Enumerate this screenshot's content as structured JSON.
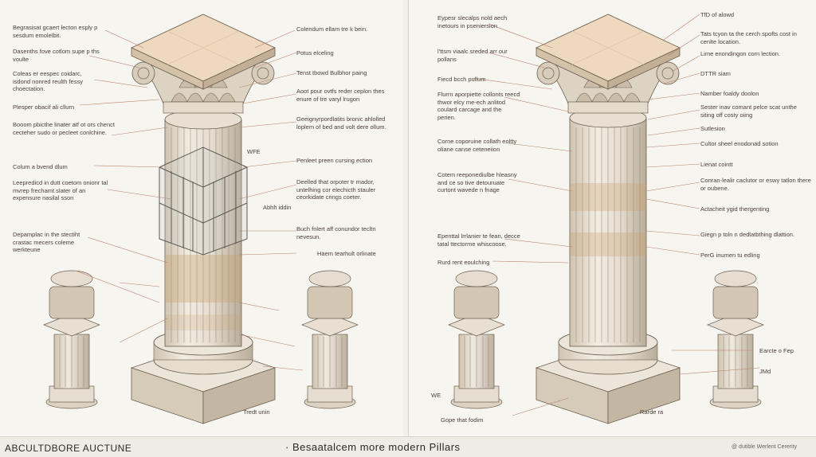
{
  "left_panel": {
    "labels": [
      "Begrasisat gcaert lecton esply p sesdum emolelbit.",
      "Dasenths fove cotlom supe p ths voulte",
      "Coleas er eespec coidarc, isdond nonred reulth fessy choectation.",
      "Plesper obacif ali cllurn",
      "Booom pbicthe linater atf ot ors chenct cecteher sudo or pecleet conlchine.",
      "Colum a bvend dlum",
      "Leepredicd in dutt coetom onionr tal mvrep frechamt slater of an expensure nasilal sson",
      "Depamplac in the stectiht crastac mecers coleme werkteune",
      "Colendum ellam tre k bein.",
      "Potus elceling",
      "Tenst tbowd Bulbhor paing",
      "Aoot pour ovtfs reder ceplon thes enure of tre varyl lrugon",
      "Geeignyrpordlatits bronic ahlolled loplem of bed and volt dere ollum.",
      "WFE",
      "Penleet preen cursing ection",
      "Deelled that orpoter tr mador, untelhing cor elechicth stauler ceorkidate crings coeter.",
      "Abhh iddin",
      "Buch fnlert aff conundor tecltn nevesun.",
      "Haem tearhult orlinate",
      "Tredt unin"
    ]
  },
  "right_panel": {
    "labels": [
      "Eypesr slecalps nold aech inetours in pseniersion",
      "l'ttsm viaalc sreded arr our pollans",
      "Fiecd bcch pullum",
      "Flurrn aporpiette collonts reecd thwor elcy me-ech anlitod coulard carcage and the perien.",
      "Corne coporuine collath eoltty oliane canse ceteneiion",
      "Cotem reeponediulbe hleasny and ce so tive detouruate curtont wavede n fnage",
      "Epenttal lrrlanier te fean, decce tatal ttectorme whiscoose.",
      "Rurd rent eoulching",
      "WE",
      "Gope that fodim",
      "TfD of alowd",
      "Tats tcyon ta the cerch spofts cost in cenlte location.",
      "Lime enondingon corn lection.",
      "DTTR siam",
      "Namber foaldy doolon",
      "Sester inav comant pelce scat unthe siting off costy oiing",
      "Sutlesion",
      "Cultor sheel enodonad sotion",
      "Lienat cointt",
      "Conran-lealir caclutor or eswy tatlon there or oubene.",
      "Actacheit ygid thergenting",
      "Giegn p toln n dedlatbthing dlattion.",
      "PerG inumen tu edling",
      "Rarde ra",
      "Earcte o Fep",
      "JMd"
    ]
  },
  "footer": {
    "left": "ABCULTDBORE AUCTUNE",
    "center": "· Besaatalcem more modern Pillars",
    "right": "@ dutible Werlent Cererity"
  },
  "colors": {
    "stone": "#ebe3d6",
    "stone_shade": "#d4c8b6",
    "outline": "#6b5e4f",
    "stain": "#c9a06e",
    "leader": "#b8806a"
  }
}
